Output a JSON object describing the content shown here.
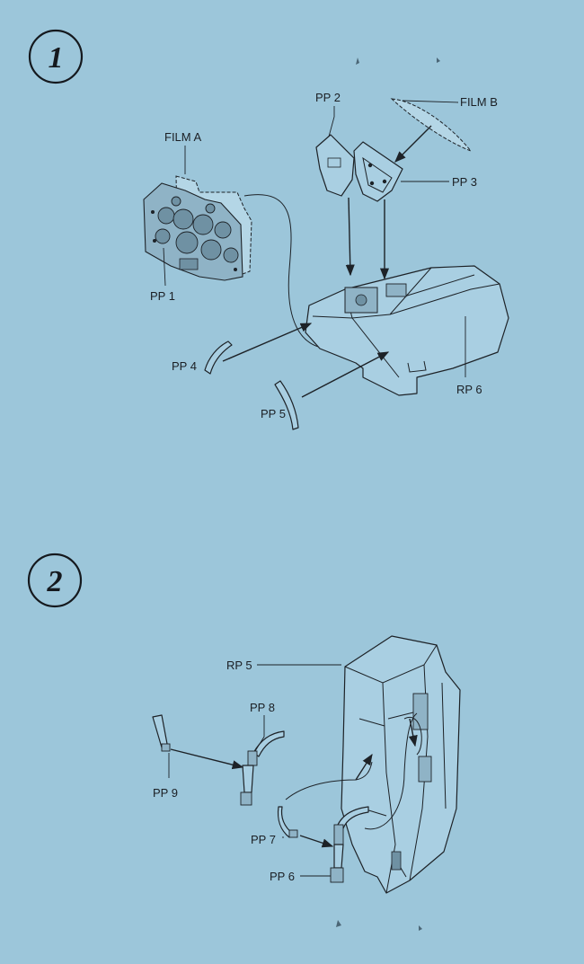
{
  "steps": [
    {
      "number": "1",
      "labels": {
        "film_a": "FILM A",
        "film_b": "FILM B",
        "pp1": "PP 1",
        "pp2": "PP 2",
        "pp3": "PP 3",
        "pp4": "PP 4",
        "pp5": "PP 5",
        "rp6": "RP 6"
      }
    },
    {
      "number": "2",
      "labels": {
        "rp5": "RP 5",
        "pp6": "PP 6",
        "pp7": "PP 7",
        "pp8": "PP 8",
        "pp9": "PP 9"
      }
    }
  ],
  "colors": {
    "background": "#9cc6da",
    "ink": "#1d2227"
  }
}
